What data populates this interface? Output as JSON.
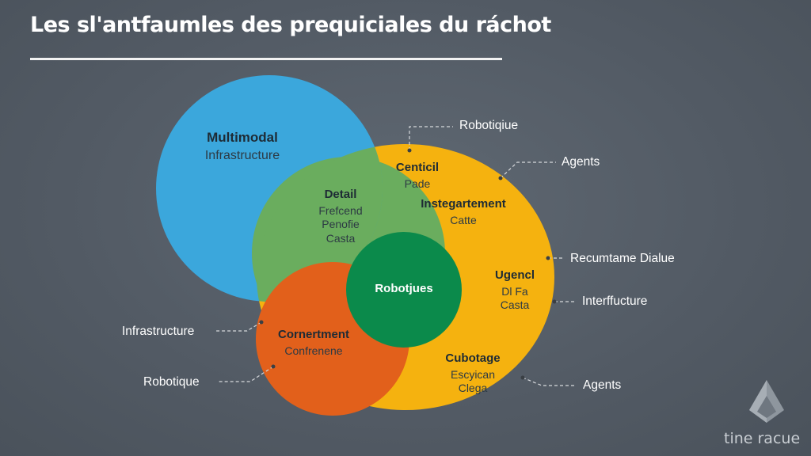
{
  "title": "Les sl'antfaumles des prequiciales du ráchot",
  "circles": {
    "blue": {
      "color": "#3ba7dc",
      "title": "Multimodal",
      "subtitle": "Infrastructure"
    },
    "green_overlap": {
      "color": "#6aad5e",
      "title": "Detail",
      "lines": [
        "Frefcend",
        "Penofie",
        "Casta"
      ]
    },
    "orange": {
      "color": "#e2601b",
      "title": "Cornertment",
      "subtitle": "Confrenene"
    },
    "center": {
      "color": "#0b8a4b",
      "title": "Robotjues"
    },
    "yellow": {
      "color": "#f5b20f",
      "groups": [
        {
          "title": "Centicil",
          "subtitle": "Pade"
        },
        {
          "title": "Instegartement",
          "subtitle": "Catte"
        },
        {
          "title": "Ugencl",
          "lines": [
            "Dl Fa",
            "Casta"
          ]
        },
        {
          "title": "Cubotage",
          "lines": [
            "Escyican",
            "Clega"
          ]
        }
      ]
    }
  },
  "callouts": {
    "robotique_top": "Robotiqiue",
    "agents_top": "Agents",
    "recumtame": "Recumtame Dialue",
    "interffucture": "Interffucture",
    "agents_bottom": "Agents",
    "infrastructure_left": "Infrastructure",
    "robotique_left": "Robotique"
  },
  "brand": {
    "icon": "triangle-logo-icon",
    "name": "tine racue"
  }
}
